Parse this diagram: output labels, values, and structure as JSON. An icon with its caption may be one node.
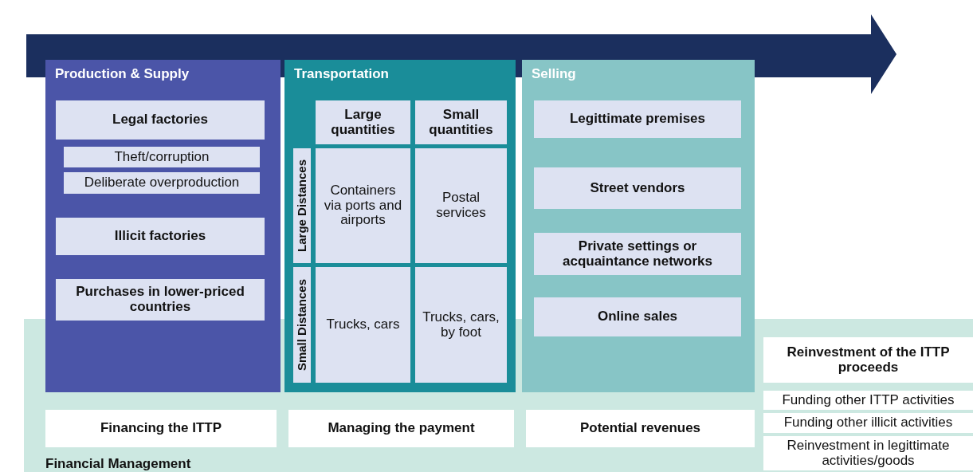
{
  "diagram": {
    "nodes": [
      {
        "text": [
          "Production & Supply"
        ]
      },
      {
        "text": [
          "Legal factories"
        ],
        "in": 0
      },
      {
        "text": [
          "Theft/corruption"
        ],
        "in": 0
      },
      {
        "text": [
          "Deliberate overproduction"
        ],
        "in": 0
      },
      {
        "text": [
          "Illicit factories"
        ],
        "in": 0
      },
      {
        "text": [
          "Purchases in lower-priced countries"
        ],
        "in": 0
      },
      {
        "text": [
          "Transportation"
        ]
      },
      {
        "text": [
          "Large quantities"
        ],
        "in": 6
      },
      {
        "text": [
          "Small quantities"
        ],
        "in": 6
      },
      {
        "text": [
          "Large Distances"
        ],
        "in": 6
      },
      {
        "text": [
          "Containers via ports and airports"
        ],
        "in": 6
      },
      {
        "text": [
          "Postal services"
        ],
        "in": 6
      },
      {
        "text": [
          "Small Distances"
        ],
        "in": 6
      },
      {
        "text": [
          "Trucks, cars"
        ],
        "in": 6
      },
      {
        "text": [
          "Trucks, cars, by foot"
        ],
        "in": 6
      },
      {
        "text": [
          "Selling"
        ]
      },
      {
        "text": [
          "Legittimate premises"
        ],
        "in": 15
      },
      {
        "text": [
          "Street vendors"
        ],
        "in": 15
      },
      {
        "text": [
          "Private settings or acquaintance networks"
        ],
        "in": 15
      },
      {
        "text": [
          "Online sales"
        ],
        "in": 15
      },
      {
        "text": [
          "Financial Management"
        ]
      },
      {
        "text": [
          "Financing the ITTP"
        ],
        "in": 20
      },
      {
        "text": [
          "Managing the payment"
        ],
        "in": 20
      },
      {
        "text": [
          "Potential revenues"
        ],
        "in": 20
      },
      {
        "text": [
          "Reinvestment of the ITTP proceeds"
        ],
        "in": 20
      },
      {
        "text": [
          "Funding other ITTP activities"
        ],
        "in": 20
      },
      {
        "text": [
          "Funding other illicit activities"
        ],
        "in": 20
      },
      {
        "text": [
          "Reinvestment in legittimate activities/goods"
        ],
        "in": 20
      }
    ],
    "edges": []
  }
}
